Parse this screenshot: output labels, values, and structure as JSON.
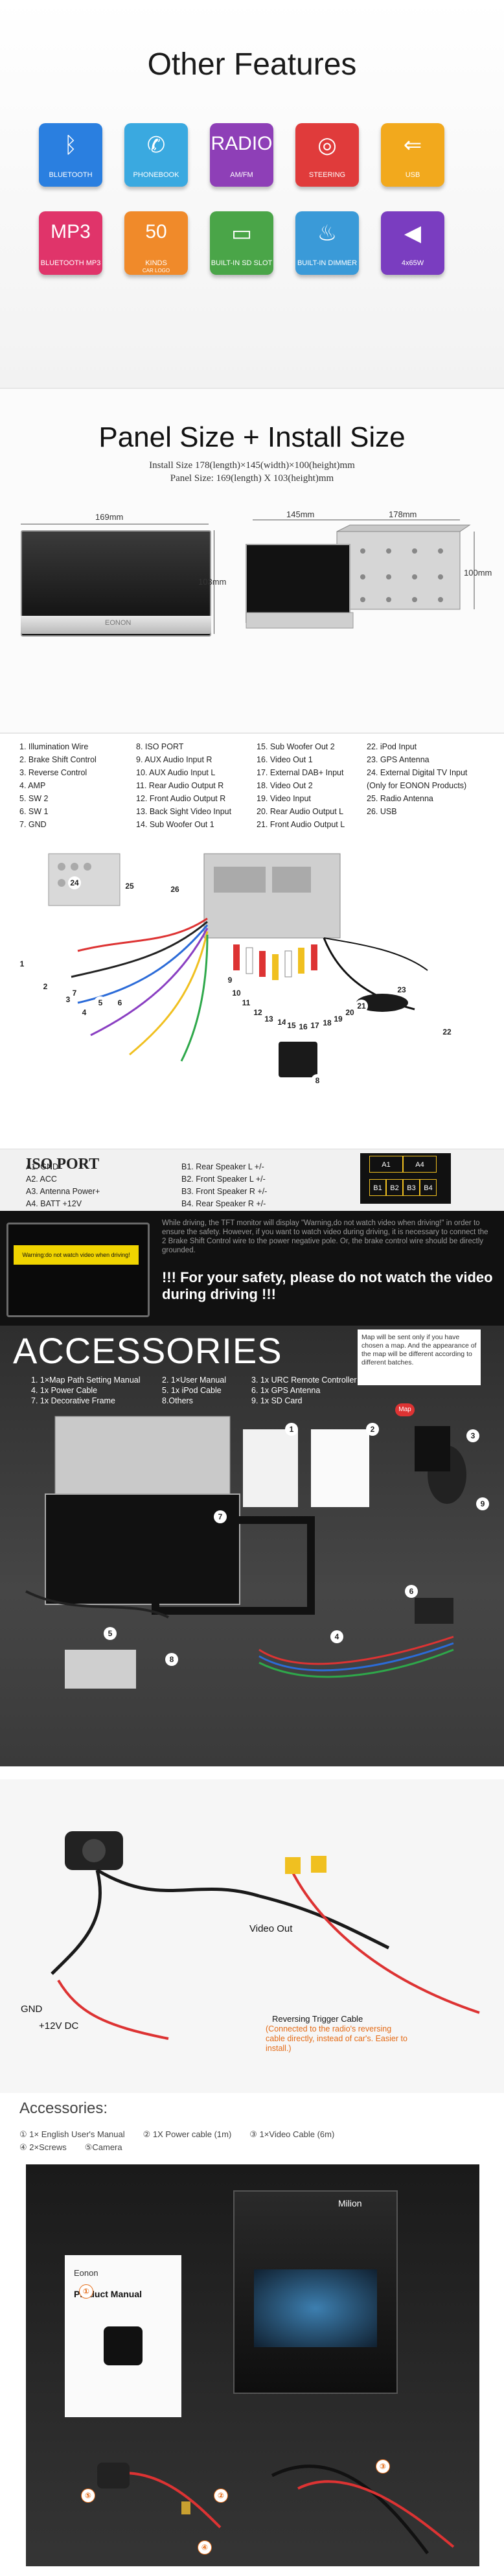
{
  "features": {
    "title": "Other Features",
    "tiles": [
      {
        "icon": "bluetooth-icon",
        "glyph": "ᛒ",
        "label": "BLUETOOTH",
        "color": "#2a7fe0"
      },
      {
        "icon": "phone-icon",
        "glyph": "✆",
        "label": "PHONEBOOK",
        "color": "#3aa9e0"
      },
      {
        "icon": "radio-icon",
        "big": "RADIO",
        "label": "AM/FM",
        "color": "#8e3fb7"
      },
      {
        "icon": "steering-icon",
        "glyph": "◎",
        "label": "STEERING",
        "color": "#e03b3b"
      },
      {
        "icon": "usb-icon",
        "glyph": "⇐",
        "label": "USB",
        "color": "#f2a91d"
      },
      {
        "icon": "mp3-icon",
        "big": "MP3",
        "label": "BLUETOOTH MP3",
        "color": "#e0346a"
      },
      {
        "icon": "kinds-icon",
        "big": "50",
        "label": "KINDS",
        "sublabel": "CAR LOGO",
        "color": "#f08a2a"
      },
      {
        "icon": "sd-icon",
        "glyph": "▭",
        "label": "BUILT-IN SD SLOT",
        "color": "#4aa548"
      },
      {
        "icon": "bulb-icon",
        "glyph": "♨",
        "label": "BUILT-IN DIMMER",
        "color": "#3a9ad8"
      },
      {
        "icon": "speaker-icon",
        "glyph": "◀",
        "label": "4x65W",
        "color": "#7a3dc0"
      }
    ]
  },
  "panel": {
    "title": "Panel Size + Install Size",
    "install": "Install Size 178(length)×145(width)×100(height)mm",
    "panel_size": "Panel Size: 169(length) X 103(height)mm",
    "dims": {
      "front_w": "169mm",
      "front_h": "103mm",
      "box_d": "145mm",
      "box_w": "178mm",
      "box_h": "100mm"
    },
    "brand": "EONON"
  },
  "wiring": {
    "col1": [
      "1. Illumination Wire",
      "2. Brake Shift Control",
      "3. Reverse Control",
      "4. AMP",
      "5. SW 2",
      "6. SW 1",
      "7. GND"
    ],
    "col2": [
      "8. ISO PORT",
      "9. AUX Audio Input R",
      "10. AUX Audio Input L",
      "11. Rear Audio Output R",
      "12. Front Audio Output R",
      "13. Back Sight Video Input",
      "14. Sub Woofer Out 1"
    ],
    "col3": [
      "15. Sub Woofer Out 2",
      "16. Video Out 1",
      "17. External DAB+ Input",
      "18. Video Out 2",
      "19. Video Input",
      "20. Rear Audio Output L",
      "21. Front Audio Output L"
    ],
    "col4": [
      "22. iPod Input",
      "23. GPS Antenna",
      "24. External Digital TV Input",
      "(Only for EONON Products)",
      "25. Radio Antenna",
      "26. USB"
    ],
    "markers": [
      "1",
      "2",
      "3",
      "4",
      "5",
      "6",
      "7",
      "8",
      "9",
      "10",
      "11",
      "12",
      "13",
      "14",
      "15",
      "16",
      "17",
      "18",
      "19",
      "20",
      "21",
      "22",
      "23",
      "24",
      "25",
      "26"
    ]
  },
  "iso": {
    "title": "ISO PORT",
    "a": [
      "A1. GND",
      "A2. ACC",
      "A3. Antenna Power+",
      "A4. BATT +12V"
    ],
    "b": [
      "B1. Rear Speaker L +/-",
      "B2. Front Speaker L +/-",
      "B3. Front Speaker R +/-",
      "B4. Rear Speaker R +/-"
    ],
    "pins_top": [
      "A1",
      "A4"
    ],
    "pins_bottom": [
      "B1",
      "B2",
      "B3",
      "B4"
    ]
  },
  "warning": {
    "screen_text": "Warning:do not watch video when driving!",
    "body": "While driving, the TFT monitor will display \"Warning,do not watch video when driving!\" in order to ensure the safety. However, if you want to watch video during driving, it is necessary to connect the 2 Brake Shift Control wire to the power negative pole. Or, the brake control wire should be directly grounded.",
    "big": "!!! For your safety, please do not watch the video during driving !!!"
  },
  "accessories": {
    "title": "ACCESSORIES",
    "col1": [
      "1. 1×Map Path Setting Manual",
      "4. 1x Power Cable",
      "7. 1x Decorative Frame"
    ],
    "col2": [
      "2. 1×User Manual",
      "5. 1x iPod Cable",
      "8.Others"
    ],
    "col3": [
      "3. 1x URC Remote Controller",
      "6. 1x GPS Antenna",
      "9. 1x SD Card"
    ],
    "note": "Map will be sent only if you have chosen a map. And the appearance of the map will be different according to different batches.",
    "map_badge": "Map",
    "markers": [
      "1",
      "2",
      "3",
      "4",
      "5",
      "6",
      "7",
      "8",
      "9"
    ]
  },
  "camera": {
    "video_out": "Video Out",
    "gnd": "GND",
    "dc": "+12V DC",
    "reverse": "Reversing Trigger Cable",
    "note": "(Connected to the radio's reversing cable directly, instead of car's. Easier to install.)"
  },
  "acc2": {
    "title": "Accessories:",
    "row1": [
      "① 1× English User's Manual",
      "② 1X Power cable (1m)",
      "③ 1×Video Cable (6m)"
    ],
    "row2": [
      "④ 2×Screws",
      "⑤Camera"
    ],
    "box_brand": "Milion",
    "manual_brand": "Eonon",
    "manual_title": "Product Manual",
    "markers": [
      "①",
      "②",
      "③",
      "④",
      "⑤"
    ]
  }
}
